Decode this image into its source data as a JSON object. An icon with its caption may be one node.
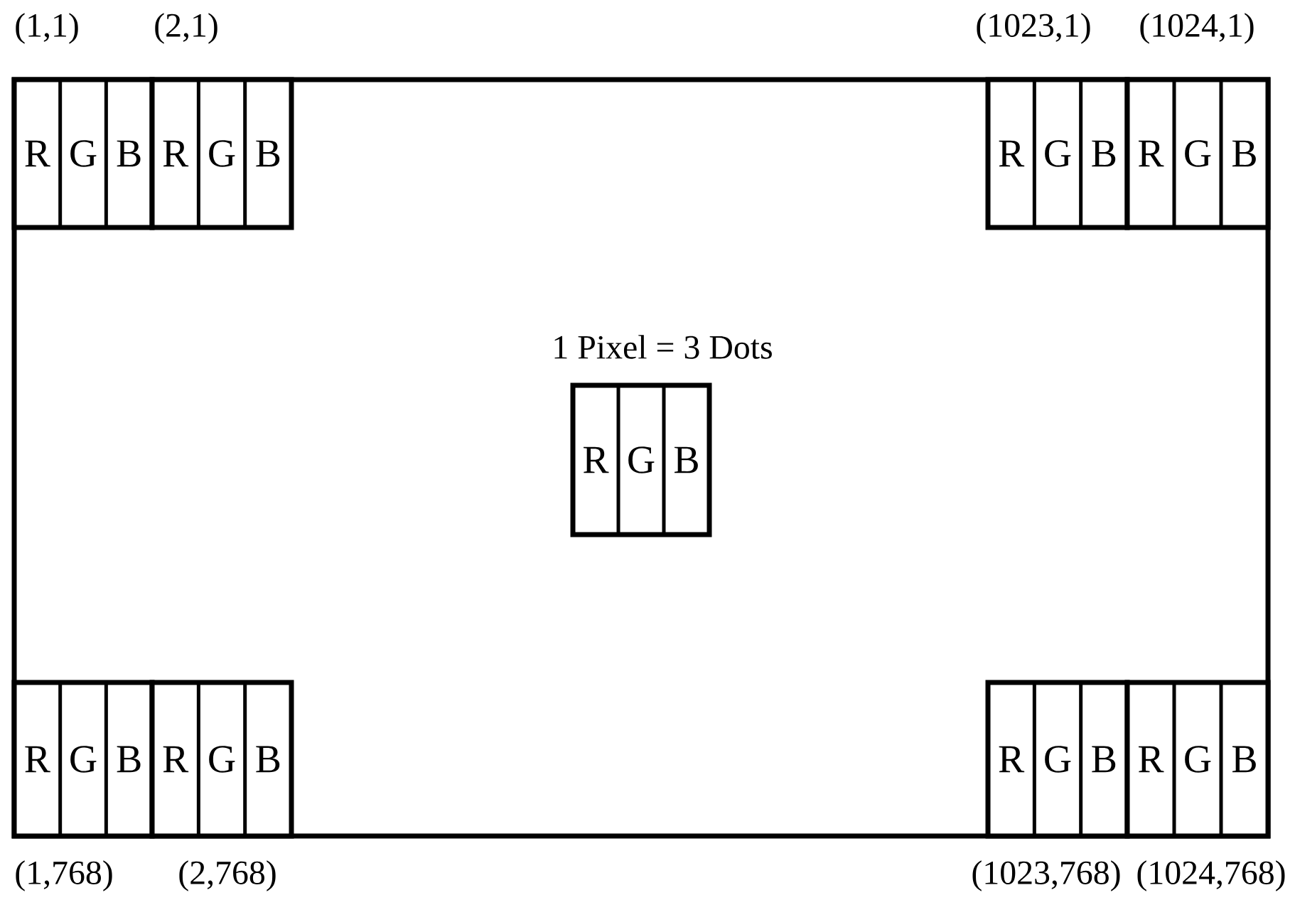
{
  "diagram": {
    "nodes": [
      {
        "text": [],
        "shape": "box"
      },
      {
        "text": [
          "R",
          "G",
          "B"
        ],
        "in": 0,
        "beside": [
          "(1,1)"
        ]
      },
      {
        "text": [
          "R",
          "G",
          "B"
        ],
        "in": 0,
        "beside": [
          "(2,1)"
        ]
      },
      {
        "text": [
          "R",
          "G",
          "B"
        ],
        "in": 0,
        "beside": [
          "(1023,1)"
        ]
      },
      {
        "text": [
          "R",
          "G",
          "B"
        ],
        "in": 0,
        "beside": [
          "(1024,1)"
        ]
      },
      {
        "text": [
          "R",
          "G",
          "B"
        ],
        "in": 0,
        "beside": [
          "1 Pixel = 3 Dots"
        ]
      },
      {
        "text": [
          "R",
          "G",
          "B"
        ],
        "in": 0,
        "beside": [
          "(1,768)"
        ]
      },
      {
        "text": [
          "R",
          "G",
          "B"
        ],
        "in": 0,
        "beside": [
          "(2,768)"
        ]
      },
      {
        "text": [
          "R",
          "G",
          "B"
        ],
        "in": 0,
        "beside": [
          "(1023,768)"
        ]
      },
      {
        "text": [
          "R",
          "G",
          "B"
        ],
        "in": 0,
        "beside": [
          "(1024,768)"
        ]
      }
    ]
  }
}
